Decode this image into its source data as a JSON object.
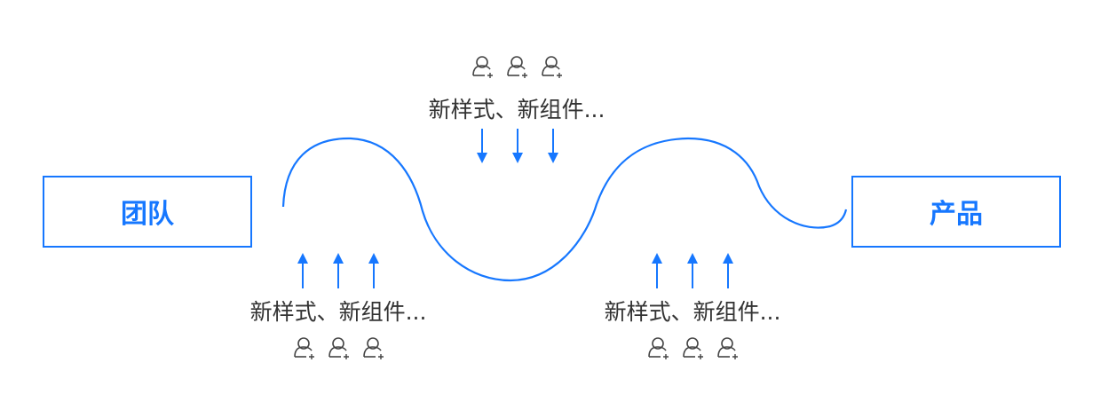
{
  "nodes": {
    "team": {
      "label": "团队"
    },
    "product": {
      "label": "产品"
    }
  },
  "groups": [
    {
      "id": "top-middle",
      "caption": "新样式、新组件...",
      "user_count": 3,
      "arrow_direction": "down"
    },
    {
      "id": "bottom-left",
      "caption": "新样式、新组件...",
      "user_count": 3,
      "arrow_direction": "up"
    },
    {
      "id": "bottom-right",
      "caption": "新样式、新组件...",
      "user_count": 3,
      "arrow_direction": "up"
    }
  ],
  "colors": {
    "accent": "#1677ff",
    "text": "#333333",
    "icon": "#444444"
  },
  "icons": {
    "user": "user-add-icon",
    "arrow": "arrow-icon"
  }
}
